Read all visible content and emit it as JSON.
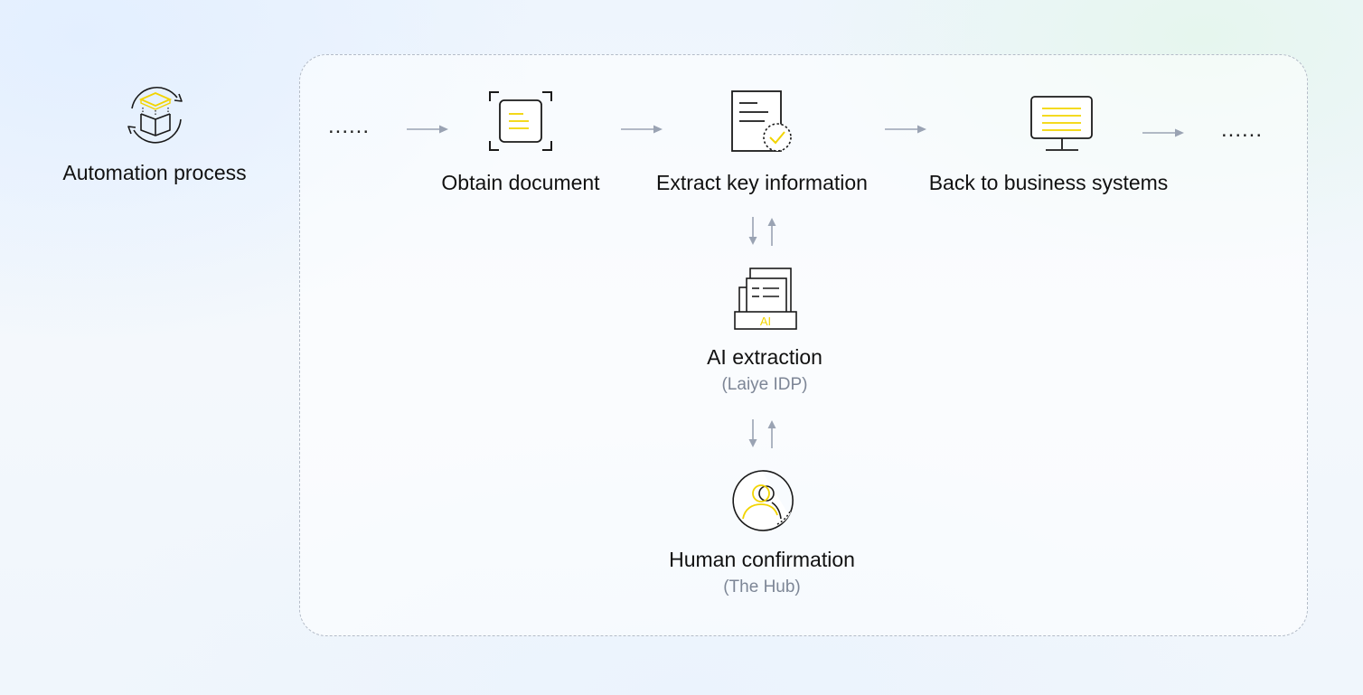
{
  "automation": {
    "label": "Automation process",
    "icon": "automation-cycle-box-icon"
  },
  "flow": {
    "leading_ellipsis": "......",
    "trailing_ellipsis": "......",
    "steps": [
      {
        "label": "Obtain document",
        "icon": "document-scan-icon"
      },
      {
        "label": "Extract key information",
        "icon": "document-check-icon"
      },
      {
        "label": "Back to business systems",
        "icon": "monitor-icon"
      }
    ]
  },
  "ai_extraction": {
    "label": "AI extraction",
    "sublabel": "(Laiye IDP)",
    "icon_text": "AI",
    "icon": "ai-file-tray-icon"
  },
  "human_confirmation": {
    "label": "Human confirmation",
    "sublabel": "(The Hub)",
    "icon": "person-icon"
  },
  "colors": {
    "accent": "#f2d400",
    "stroke": "#1a1a1a",
    "arrow": "#9aa3b3",
    "muted_text": "#7d8696",
    "panel_border": "#b4bcc8"
  }
}
